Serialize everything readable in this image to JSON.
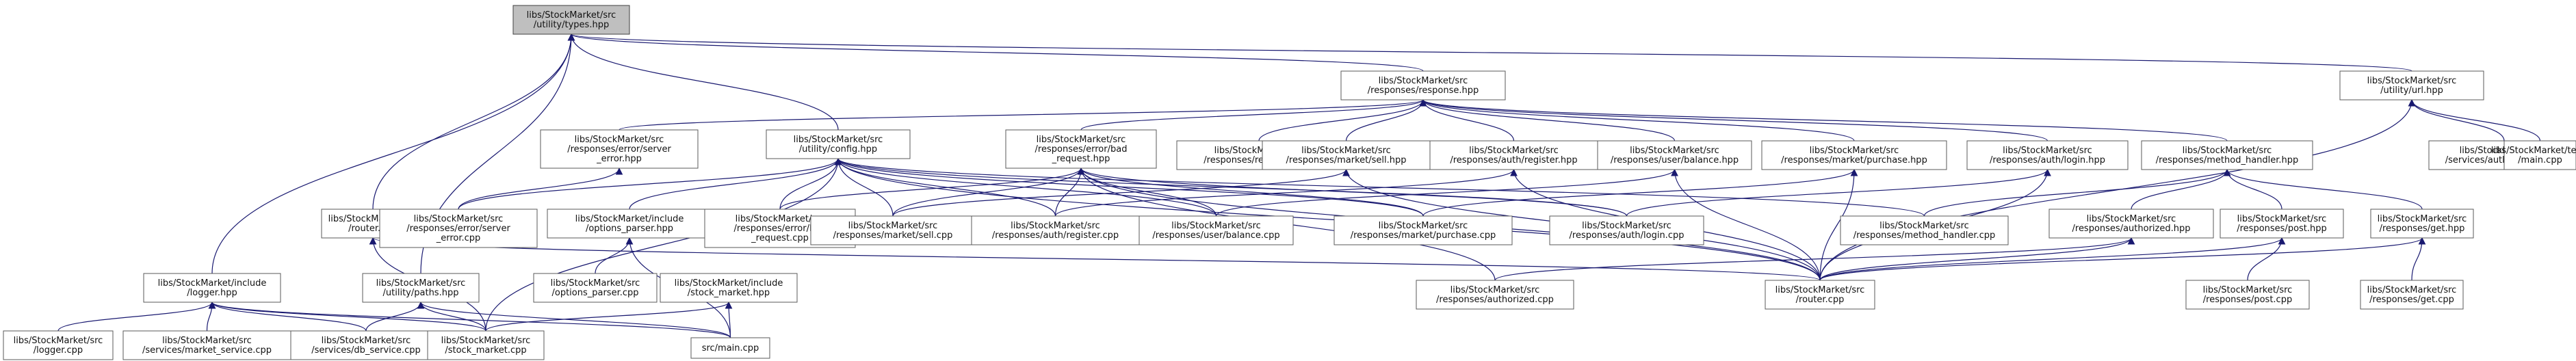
{
  "graph": {
    "type": "include-dependency-graph",
    "colors": {
      "root_fill": "#bfbfbf",
      "node_fill": "#ffffff",
      "edge": "#191970",
      "border": "#5a5a5a"
    },
    "nodes": {
      "types": [
        "libs/StockMarket/src",
        "/utility/types.hpp"
      ],
      "response": [
        "libs/StockMarket/src",
        "/responses/response.hpp"
      ],
      "url": [
        "libs/StockMarket/src",
        "/utility/url.hpp"
      ],
      "config": [
        "libs/StockMarket/src",
        "/utility/config.hpp"
      ],
      "server_error_hpp": [
        "libs/StockMarket/src",
        "/responses/error/server",
        "_error.hpp"
      ],
      "bad_request_hpp": [
        "libs/StockMarket/src",
        "/responses/error/bad",
        "_request.hpp"
      ],
      "response_cpp": [
        "libs/StockMarket/src",
        "/responses/response.cpp"
      ],
      "sell_hpp": [
        "libs/StockMarket/src",
        "/responses/market/sell.hpp"
      ],
      "register_hpp": [
        "libs/StockMarket/src",
        "/responses/auth/register.hpp"
      ],
      "balance_hpp": [
        "libs/StockMarket/src",
        "/responses/user/balance.hpp"
      ],
      "purchase_hpp": [
        "libs/StockMarket/src",
        "/responses/market/purchase.hpp"
      ],
      "login_hpp": [
        "libs/StockMarket/src",
        "/responses/auth/login.hpp"
      ],
      "method_handler_hpp": [
        "libs/StockMarket/src",
        "/responses/method_handler.hpp"
      ],
      "auth_service_cpp": [
        "libs/StockMarket/src",
        "/services/auth_service.cpp"
      ],
      "tests_main_cpp": [
        "libs/StockMarket/tests",
        "/main.cpp"
      ],
      "router_hpp": [
        "libs/StockMarket/src",
        "/router.hpp"
      ],
      "server_error_cpp": [
        "libs/StockMarket/src",
        "/responses/error/server",
        "_error.cpp"
      ],
      "options_parser_hpp": [
        "libs/StockMarket/include",
        "/options_parser.hpp"
      ],
      "bad_request_cpp": [
        "libs/StockMarket/src",
        "/responses/error/bad",
        "_request.cpp"
      ],
      "sell_cpp": [
        "libs/StockMarket/src",
        "/responses/market/sell.cpp"
      ],
      "register_cpp": [
        "libs/StockMarket/src",
        "/responses/auth/register.cpp"
      ],
      "balance_cpp": [
        "libs/StockMarket/src",
        "/responses/user/balance.cpp"
      ],
      "purchase_cpp": [
        "libs/StockMarket/src",
        "/responses/market/purchase.cpp"
      ],
      "login_cpp": [
        "libs/StockMarket/src",
        "/responses/auth/login.cpp"
      ],
      "method_handler_cpp": [
        "libs/StockMarket/src",
        "/responses/method_handler.cpp"
      ],
      "authorized_hpp": [
        "libs/StockMarket/src",
        "/responses/authorized.hpp"
      ],
      "post_hpp": [
        "libs/StockMarket/src",
        "/responses/post.hpp"
      ],
      "get_hpp": [
        "libs/StockMarket/src",
        "/responses/get.hpp"
      ],
      "logger_hpp": [
        "libs/StockMarket/include",
        "/logger.hpp"
      ],
      "paths_hpp": [
        "libs/StockMarket/src",
        "/utility/paths.hpp"
      ],
      "options_parser_cpp": [
        "libs/StockMarket/src",
        "/options_parser.cpp"
      ],
      "stock_market_hpp": [
        "libs/StockMarket/include",
        "/stock_market.hpp"
      ],
      "authorized_cpp": [
        "libs/StockMarket/src",
        "/responses/authorized.cpp"
      ],
      "router_cpp": [
        "libs/StockMarket/src",
        "/router.cpp"
      ],
      "post_cpp": [
        "libs/StockMarket/src",
        "/responses/post.cpp"
      ],
      "get_cpp": [
        "libs/StockMarket/src",
        "/responses/get.cpp"
      ],
      "logger_cpp": [
        "libs/StockMarket/src",
        "/logger.cpp"
      ],
      "market_service_cpp": [
        "libs/StockMarket/src",
        "/services/market_service.cpp"
      ],
      "db_service_cpp": [
        "libs/StockMarket/src",
        "/services/db_service.cpp"
      ],
      "stock_market_cpp": [
        "libs/StockMarket/src",
        "/stock_market.cpp"
      ],
      "main_cpp": [
        "src/main.cpp"
      ]
    },
    "edges": [
      [
        "response",
        "types"
      ],
      [
        "url",
        "types"
      ],
      [
        "config",
        "types"
      ],
      [
        "router_hpp",
        "types"
      ],
      [
        "logger_hpp",
        "types"
      ],
      [
        "paths_hpp",
        "types"
      ],
      [
        "server_error_hpp",
        "response"
      ],
      [
        "bad_request_hpp",
        "response"
      ],
      [
        "response_cpp",
        "response"
      ],
      [
        "sell_hpp",
        "response"
      ],
      [
        "register_hpp",
        "response"
      ],
      [
        "balance_hpp",
        "response"
      ],
      [
        "purchase_hpp",
        "response"
      ],
      [
        "login_hpp",
        "response"
      ],
      [
        "method_handler_hpp",
        "response"
      ],
      [
        "auth_service_cpp",
        "url"
      ],
      [
        "tests_main_cpp",
        "url"
      ],
      [
        "router_cpp",
        "url"
      ],
      [
        "server_error_cpp",
        "config"
      ],
      [
        "options_parser_hpp",
        "config"
      ],
      [
        "bad_request_cpp",
        "config"
      ],
      [
        "sell_cpp",
        "config"
      ],
      [
        "register_cpp",
        "config"
      ],
      [
        "balance_cpp",
        "config"
      ],
      [
        "purchase_cpp",
        "config"
      ],
      [
        "login_cpp",
        "config"
      ],
      [
        "method_handler_cpp",
        "config"
      ],
      [
        "router_cpp",
        "config"
      ],
      [
        "stock_market_cpp",
        "config"
      ],
      [
        "server_error_cpp",
        "server_error_hpp"
      ],
      [
        "bad_request_cpp",
        "bad_request_hpp"
      ],
      [
        "sell_cpp",
        "bad_request_hpp"
      ],
      [
        "register_cpp",
        "bad_request_hpp"
      ],
      [
        "balance_cpp",
        "bad_request_hpp"
      ],
      [
        "purchase_cpp",
        "bad_request_hpp"
      ],
      [
        "login_cpp",
        "bad_request_hpp"
      ],
      [
        "authorized_cpp",
        "bad_request_hpp"
      ],
      [
        "router_cpp",
        "bad_request_hpp"
      ],
      [
        "sell_cpp",
        "sell_hpp"
      ],
      [
        "router_cpp",
        "sell_hpp"
      ],
      [
        "register_cpp",
        "register_hpp"
      ],
      [
        "router_cpp",
        "register_hpp"
      ],
      [
        "balance_cpp",
        "balance_hpp"
      ],
      [
        "router_cpp",
        "balance_hpp"
      ],
      [
        "purchase_cpp",
        "purchase_hpp"
      ],
      [
        "router_cpp",
        "purchase_hpp"
      ],
      [
        "login_cpp",
        "login_hpp"
      ],
      [
        "router_cpp",
        "login_hpp"
      ],
      [
        "method_handler_cpp",
        "method_handler_hpp"
      ],
      [
        "authorized_hpp",
        "method_handler_hpp"
      ],
      [
        "post_hpp",
        "method_handler_hpp"
      ],
      [
        "get_hpp",
        "method_handler_hpp"
      ],
      [
        "authorized_cpp",
        "authorized_hpp"
      ],
      [
        "router_cpp",
        "authorized_hpp"
      ],
      [
        "post_cpp",
        "post_hpp"
      ],
      [
        "router_cpp",
        "post_hpp"
      ],
      [
        "get_cpp",
        "get_hpp"
      ],
      [
        "router_cpp",
        "get_hpp"
      ],
      [
        "router_cpp",
        "router_hpp"
      ],
      [
        "stock_market_cpp",
        "router_hpp"
      ],
      [
        "options_parser_cpp",
        "options_parser_hpp"
      ],
      [
        "main_cpp",
        "options_parser_hpp"
      ],
      [
        "stock_market_cpp",
        "stock_market_hpp"
      ],
      [
        "main_cpp",
        "stock_market_hpp"
      ],
      [
        "logger_cpp",
        "logger_hpp"
      ],
      [
        "market_service_cpp",
        "logger_hpp"
      ],
      [
        "db_service_cpp",
        "logger_hpp"
      ],
      [
        "stock_market_cpp",
        "logger_hpp"
      ],
      [
        "main_cpp",
        "logger_hpp"
      ],
      [
        "db_service_cpp",
        "paths_hpp"
      ],
      [
        "stock_market_cpp",
        "paths_hpp"
      ],
      [
        "main_cpp",
        "paths_hpp"
      ]
    ]
  }
}
